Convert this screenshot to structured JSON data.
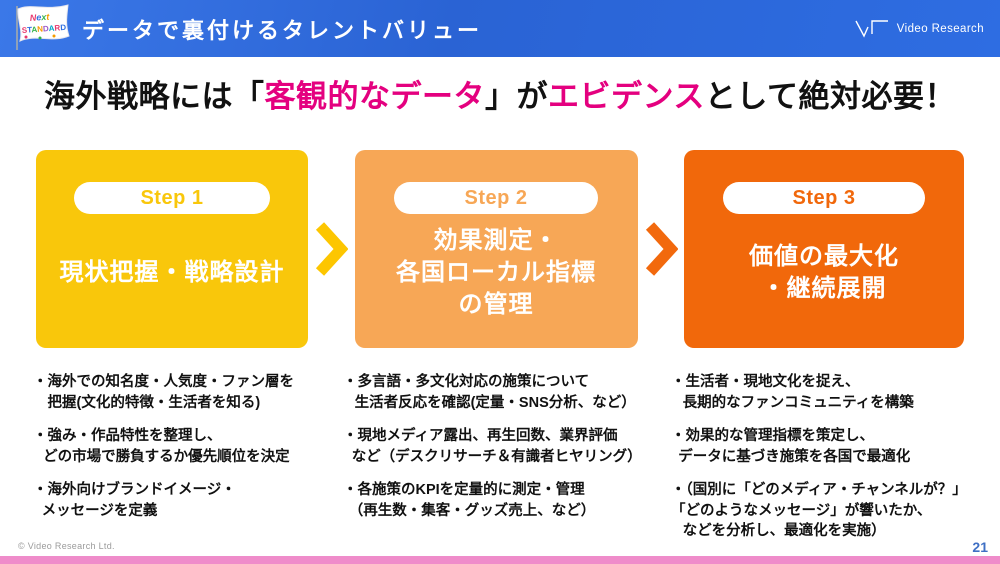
{
  "header": {
    "title": "データで裏付けるタレントバリュー",
    "flag": {
      "line1": "Next",
      "line2": "STANDARD",
      "letter_colors": [
        "#e8386d",
        "#2f6fe0",
        "#35b34a",
        "#f59b00",
        "#9b59c8",
        "#00a6c8"
      ]
    },
    "logo_text": "Video Research"
  },
  "headline": {
    "segments": [
      {
        "text": "海外戦略には「",
        "color": "#111111"
      },
      {
        "text": "客観的なデータ",
        "color": "#e4007f"
      },
      {
        "text": "」が",
        "color": "#111111"
      },
      {
        "text": "エビデンス",
        "color": "#e4007f"
      },
      {
        "text": "として絶対必要！",
        "color": "#111111"
      }
    ]
  },
  "steps": [
    {
      "label": "Step 1",
      "color": "#f9c70b",
      "title_lines": [
        "現状把握・戦略設計"
      ],
      "bullets": [
        {
          "lines": [
            {
              "t": "・海外での知名度・人気度・ファン層を",
              "i": 0
            },
            {
              "t": "把握(文化的特徴・生活者を知る)",
              "i": 1
            }
          ]
        },
        {
          "lines": [
            {
              "t": "・強み・作品特性を整理し、",
              "i": 0
            },
            {
              "t": "どの市場で勝負するか優先順位を決定",
              "i": 0.7
            }
          ]
        },
        {
          "lines": [
            {
              "t": "・海外向けブランドイメージ・",
              "i": 0
            },
            {
              "t": "メッセージを定義",
              "i": 0.6
            }
          ]
        }
      ]
    },
    {
      "label": "Step 2",
      "color": "#f7a756",
      "title_lines": [
        "効果測定・",
        "各国ローカル指標",
        "の管理"
      ],
      "bullets": [
        {
          "lines": [
            {
              "t": "・多言語・多文化対応の施策について",
              "i": 0
            },
            {
              "t": "生活者反応を確認(定量・SNS分析、など）",
              "i": 0.8
            }
          ]
        },
        {
          "lines": [
            {
              "t": "・現地メディア露出、再生回数、業界評価",
              "i": 0
            },
            {
              "t": "など（デスクリサーチ＆有識者ヒヤリング）",
              "i": 0.6
            }
          ]
        },
        {
          "lines": [
            {
              "t": "・各施策のKPIを定量的に測定・管理",
              "i": 0
            },
            {
              "t": "（再生数・集客・グッズ売上、など）",
              "i": 0.4
            }
          ]
        }
      ]
    },
    {
      "label": "Step 3",
      "color": "#f1680b",
      "title_lines": [
        "価値の最大化",
        "・継続展開"
      ],
      "bullets": [
        {
          "lines": [
            {
              "t": "・生活者・現地文化を捉え、",
              "i": 0
            },
            {
              "t": "長期的なファンコミュニティを構築",
              "i": 0.8
            }
          ]
        },
        {
          "lines": [
            {
              "t": "・効果的な管理指標を策定し、",
              "i": 0
            },
            {
              "t": "データに基づき施策を各国で最適化",
              "i": 0.5
            }
          ]
        },
        {
          "lines": [
            {
              "t": "・（国別に「どのメディア・チャンネルが？」",
              "i": 0
            },
            {
              "t": "「どのようなメッセージ」が響いたか、",
              "i": 0
            },
            {
              "t": "などを分析し、最適化を実施）",
              "i": 0.8
            }
          ]
        }
      ]
    }
  ],
  "arrows": [
    {
      "color": "#fdc600"
    },
    {
      "color": "#f2690d"
    }
  ],
  "footer": {
    "copyright": "© Video Research Ltd.",
    "page_number": "21",
    "bar_color": "#ef8cca"
  }
}
